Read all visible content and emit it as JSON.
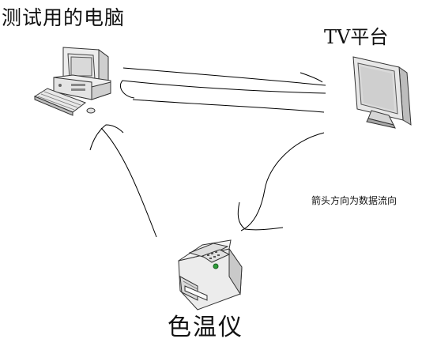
{
  "nodes": {
    "pc": {
      "label": "测试用的电脑",
      "icon": "desktop-computer-icon"
    },
    "tv": {
      "label": "TV平台",
      "icon": "monitor-icon"
    },
    "meter": {
      "label": "色温仪",
      "icon": "printer-icon"
    }
  },
  "note": "箭头方向为数据流向",
  "colors": {
    "line": "#000000",
    "device_light": "#f2f2f2",
    "device_dark": "#555555"
  }
}
